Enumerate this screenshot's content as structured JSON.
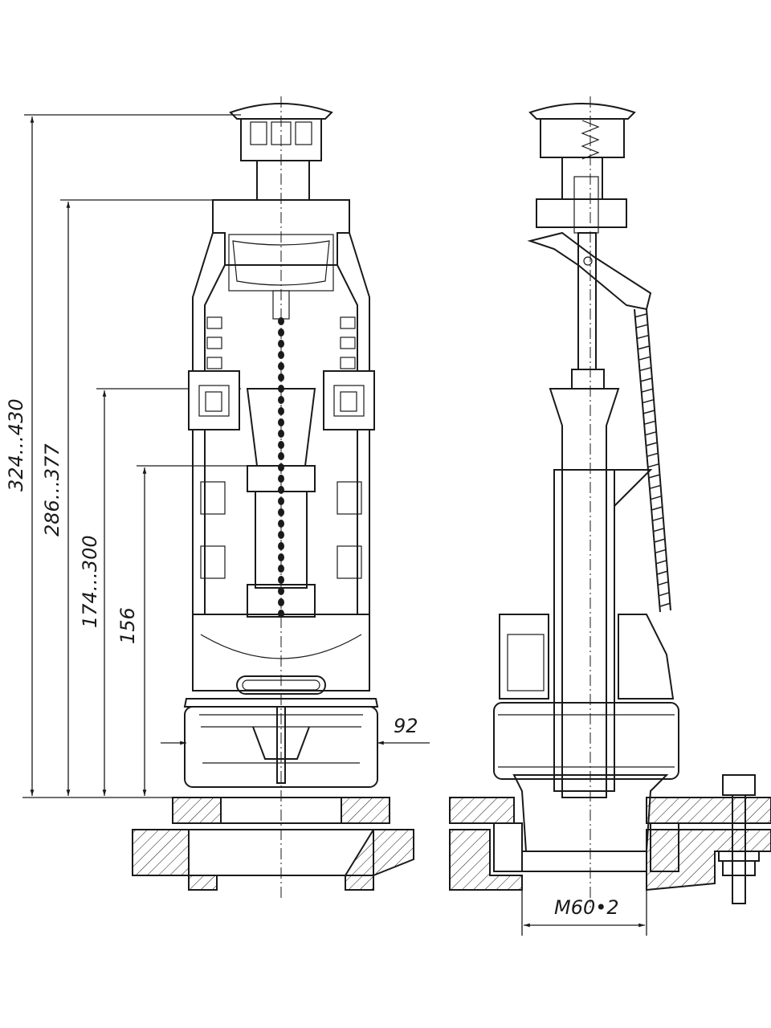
{
  "title": "Flush valve drawing",
  "dimensions": {
    "total_height": "324…430",
    "frame_height": "286…377",
    "clip_height": "174…300",
    "overflow_height": "156",
    "base_width": "92",
    "thread": "M60•2"
  },
  "colors": {
    "line": "#1a1a1a",
    "background": "#ffffff"
  }
}
